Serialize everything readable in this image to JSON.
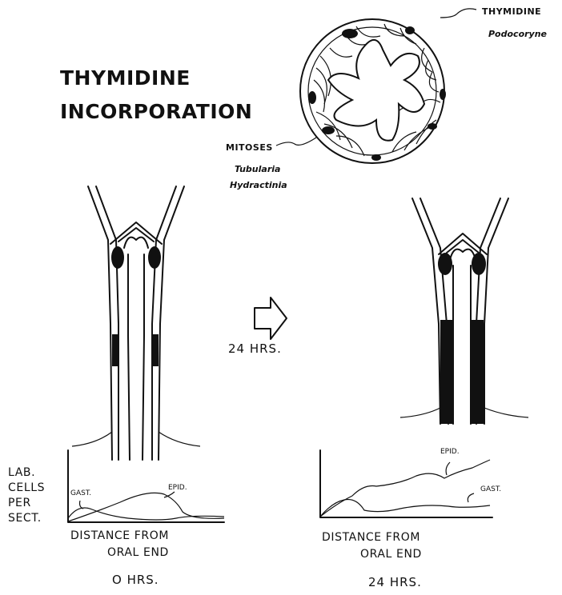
{
  "title": {
    "line1": "THYMIDINE",
    "line2": "INCORPORATION"
  },
  "section": {
    "label_thymidine": "THYMIDINE",
    "species_thymidine": "Podocoryne",
    "label_mitoses": "MITOSES",
    "species_mitoses_1": "Tubularia",
    "species_mitoses_2": "Hydractinia"
  },
  "transition": {
    "label": "24 HRS."
  },
  "graphs": {
    "left": {
      "ylabel": [
        "LAB.",
        "CELLS",
        "PER",
        "SECT."
      ],
      "curve_gast": "GAST.",
      "curve_epid": "EPID.",
      "xlabel_1": "DISTANCE  FROM",
      "xlabel_2": "ORAL  END",
      "caption": "O  HRS."
    },
    "right": {
      "curve_epid": "EPID.",
      "curve_gast": "GAST.",
      "xlabel_1": "DISTANCE  FROM",
      "xlabel_2": "ORAL  END",
      "caption": "24  HRS."
    }
  }
}
